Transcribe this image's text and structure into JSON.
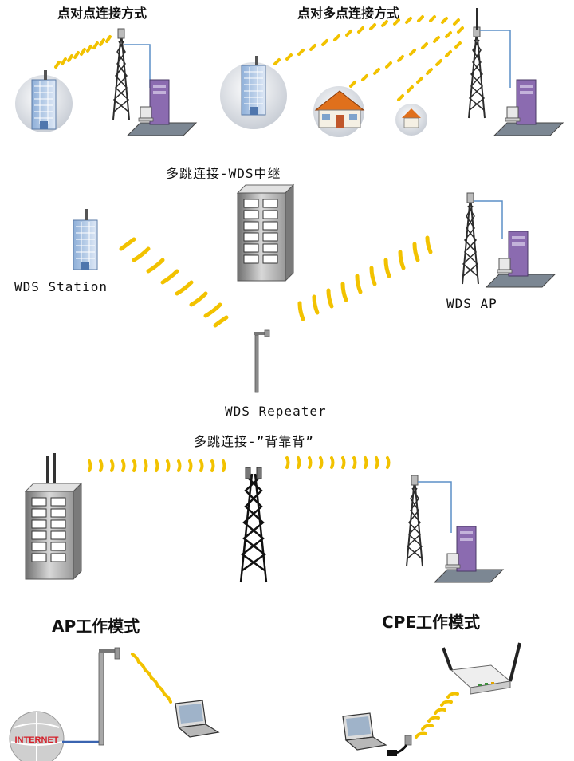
{
  "sections": {
    "p2p_title": "点对点连接方式",
    "p2mp_title": "点对多点连接方式",
    "wds_title": "多跳连接-WDS中继",
    "b2b_title": "多跳连接-”背靠背”",
    "ap_mode_title": "AP工作模式",
    "cpe_mode_title": "CPE工作模式"
  },
  "wds_labels": {
    "station": "WDS Station",
    "ap": "WDS AP",
    "repeater": "WDS Repeater"
  },
  "internet_label": "INTERNET",
  "colors": {
    "signal": "#f2c200",
    "tower": "#2c2c2c",
    "cable": "#5b8fc7",
    "building_glass": "#b9cde6",
    "server_purple": "#8b6bb0",
    "internet_red": "#d4202a"
  }
}
